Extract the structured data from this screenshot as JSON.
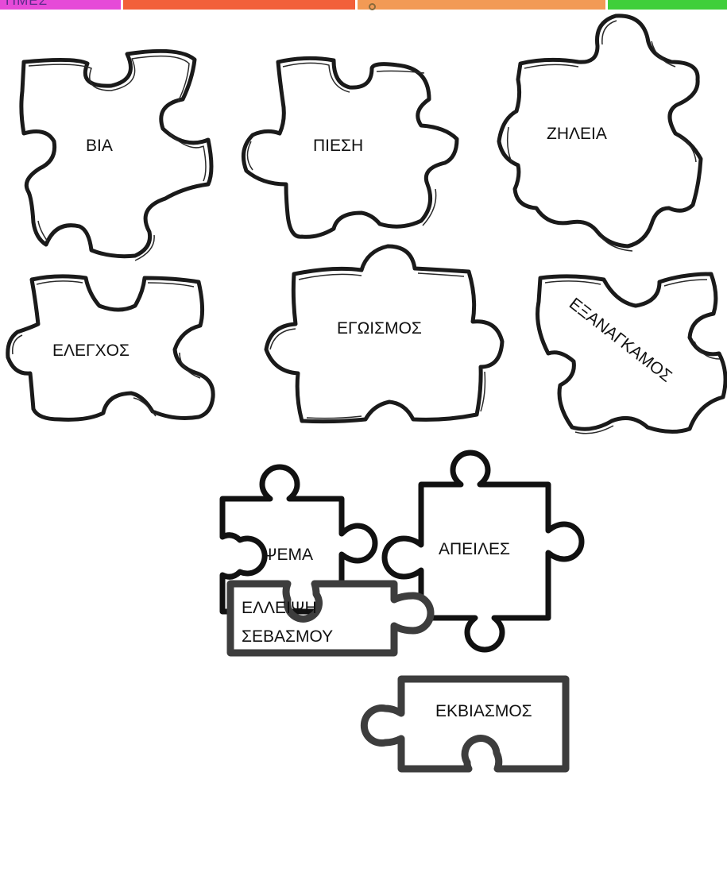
{
  "top_tabs": [
    {
      "label": "ΤΙΜΕΣ",
      "color": "#e64ad8"
    },
    {
      "label": "",
      "color": "#f2603a"
    },
    {
      "label": "",
      "color": "#f29a55"
    },
    {
      "label": "",
      "color": "#3fcf3a"
    }
  ],
  "pieces": [
    {
      "label": "ΒΙΑ",
      "style": "sketch"
    },
    {
      "label": "ΠΙΕΣΗ",
      "style": "sketch"
    },
    {
      "label": "ΖΗΛΕΙΑ",
      "style": "sketch"
    },
    {
      "label": "ΕΛΕΓΧΟΣ",
      "style": "sketch"
    },
    {
      "label": "ΕΓΩΙΣΜΟΣ",
      "style": "sketch"
    },
    {
      "label": "ΕΞΑΝΑΓΚΑΜΟΣ",
      "style": "sketch"
    },
    {
      "label": "ΨΕΜΑ",
      "style": "outline-black"
    },
    {
      "label": "ΑΠΕΙΛΕΣ",
      "style": "outline-black"
    },
    {
      "label": "ΕΚΒΙΑΣΜΟΣ",
      "style": "outline-gray"
    },
    {
      "label_line1": "ΕΛΛΕΙΨΗ",
      "label_line2": "ΣΕΒΑΣΜΟΥ",
      "style": "outline-gray"
    }
  ],
  "colors": {
    "outline_black": "#111111",
    "outline_gray": "#3d3d3d"
  }
}
